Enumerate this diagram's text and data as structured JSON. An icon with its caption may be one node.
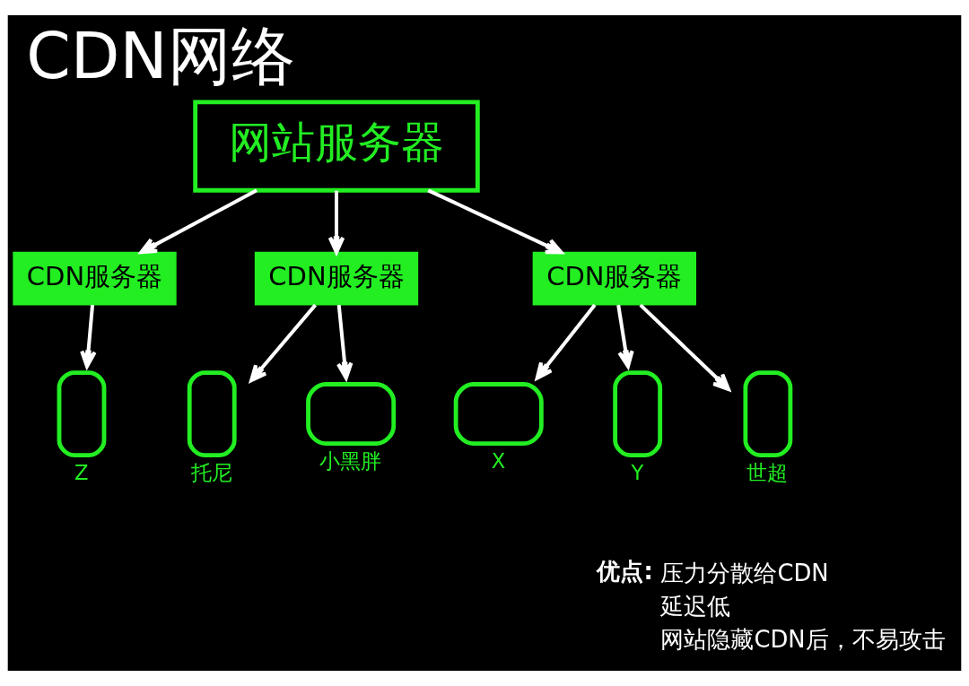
{
  "diagram": {
    "title": "CDN网络",
    "nodes": [
      {
        "text": [
          "网站服务器"
        ]
      },
      {
        "text": [
          "CDN服务器"
        ]
      },
      {
        "text": [
          "CDN服务器"
        ]
      },
      {
        "text": [
          "CDN服务器"
        ]
      },
      {
        "text": [],
        "shape": "phone",
        "beside": [
          "Z"
        ]
      },
      {
        "text": [],
        "shape": "phone",
        "beside": [
          "托尼"
        ]
      },
      {
        "text": [],
        "shape": "monitor",
        "beside": [
          "小黑胖"
        ]
      },
      {
        "text": [],
        "shape": "monitor",
        "beside": [
          "X"
        ]
      },
      {
        "text": [],
        "shape": "phone",
        "beside": [
          "Y"
        ]
      },
      {
        "text": [],
        "shape": "phone",
        "beside": [
          "世超"
        ]
      }
    ],
    "edges": [
      {
        "from": 0,
        "to": 1,
        "arrow": "to"
      },
      {
        "from": 0,
        "to": 2,
        "arrow": "to"
      },
      {
        "from": 0,
        "to": 3,
        "arrow": "to"
      },
      {
        "from": 1,
        "to": 4,
        "arrow": "to"
      },
      {
        "from": 2,
        "to": 5,
        "arrow": "to"
      },
      {
        "from": 2,
        "to": 6,
        "arrow": "to"
      },
      {
        "from": 3,
        "to": 7,
        "arrow": "to"
      },
      {
        "from": 3,
        "to": 8,
        "arrow": "to"
      },
      {
        "from": 3,
        "to": 9,
        "arrow": "to"
      }
    ],
    "labels": [
      "优点:",
      "压力分散给CDN",
      "延迟低",
      "网站隐藏CDN后，不易攻击"
    ]
  }
}
